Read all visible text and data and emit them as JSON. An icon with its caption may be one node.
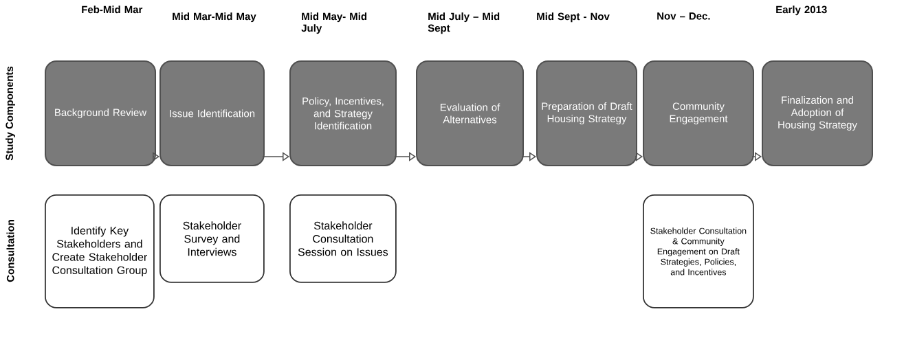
{
  "diagram": {
    "nodes": [
      {
        "text": [
          "Background Review"
        ]
      },
      {
        "text": [
          "Issue Identification"
        ]
      },
      {
        "text": [
          "Policy, Incentives, and Strategy Identification"
        ]
      },
      {
        "text": [
          "Evaluation of Alternatives"
        ]
      },
      {
        "text": [
          "Preparation of Draft Housing Strategy"
        ]
      },
      {
        "text": [
          "Community Engagement"
        ]
      },
      {
        "text": [
          "Finalization and Adoption of Housing Strategy"
        ]
      },
      {
        "text": [
          "Identify Key Stakeholders and Create Stakeholder Consultation Group"
        ]
      },
      {
        "text": [
          "Stakeholder Survey and Interviews"
        ]
      },
      {
        "text": [
          "Stakeholder Consultation Session on Issues"
        ]
      },
      {
        "text": [
          "Stakeholder Consultation & Community Engagement on Draft Strategies, Policies, and Incentives"
        ]
      }
    ],
    "edges": [
      {
        "from": 0,
        "to": 1,
        "arrow": "to"
      },
      {
        "from": 1,
        "to": 2,
        "arrow": "to"
      },
      {
        "from": 2,
        "to": 3,
        "arrow": "to"
      },
      {
        "from": 3,
        "to": 4,
        "arrow": "to"
      },
      {
        "from": 4,
        "to": 5,
        "arrow": "to"
      },
      {
        "from": 5,
        "to": 6,
        "arrow": "to"
      }
    ],
    "labels": [
      "Feb-Mid Mar",
      "Mid Mar-Mid May",
      "Mid May- Mid July",
      "Mid July – Mid Sept",
      "Mid Sept - Nov",
      "Nov – Dec.",
      "Early 2013",
      "Study Components",
      "Consultation"
    ]
  }
}
